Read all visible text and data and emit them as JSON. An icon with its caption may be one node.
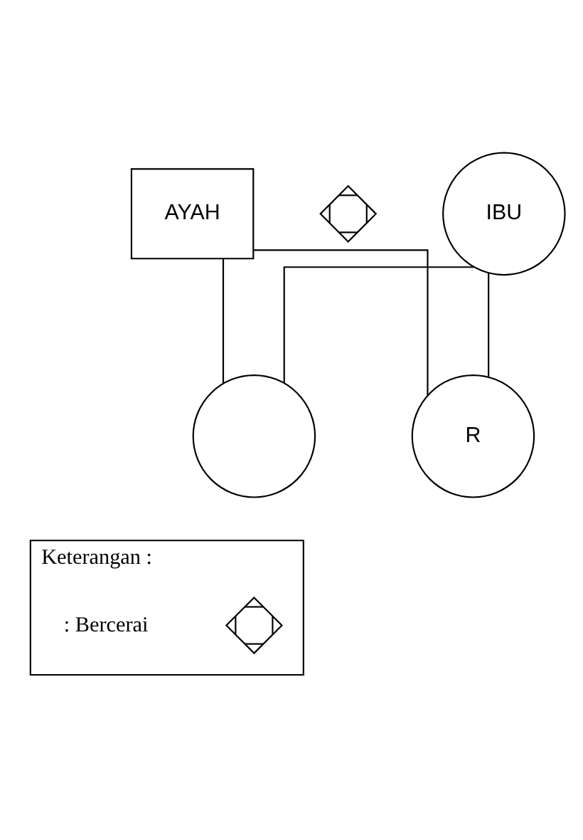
{
  "diagram": {
    "nodes": [
      {
        "text": [
          "AYAH"
        ]
      },
      {
        "text": [],
        "shape": "cross"
      },
      {
        "text": [
          "IBU"
        ]
      },
      {
        "text": [],
        "shape": "circle"
      },
      {
        "text": [
          "R"
        ]
      },
      {
        "text": [
          "Keterangan :"
        ]
      },
      {
        "text": [],
        "shape": "cross",
        "in": 5
      }
    ],
    "edges": [
      {
        "from": 0,
        "to": 3,
        "arrow": "none"
      },
      {
        "from": 0,
        "to": 4,
        "arrow": "none"
      },
      {
        "from": 2,
        "to": 3,
        "arrow": "none"
      },
      {
        "from": 2,
        "to": 4,
        "arrow": "none"
      }
    ],
    "legend": [
      {
        "text": ": Bercerai"
      }
    ]
  }
}
